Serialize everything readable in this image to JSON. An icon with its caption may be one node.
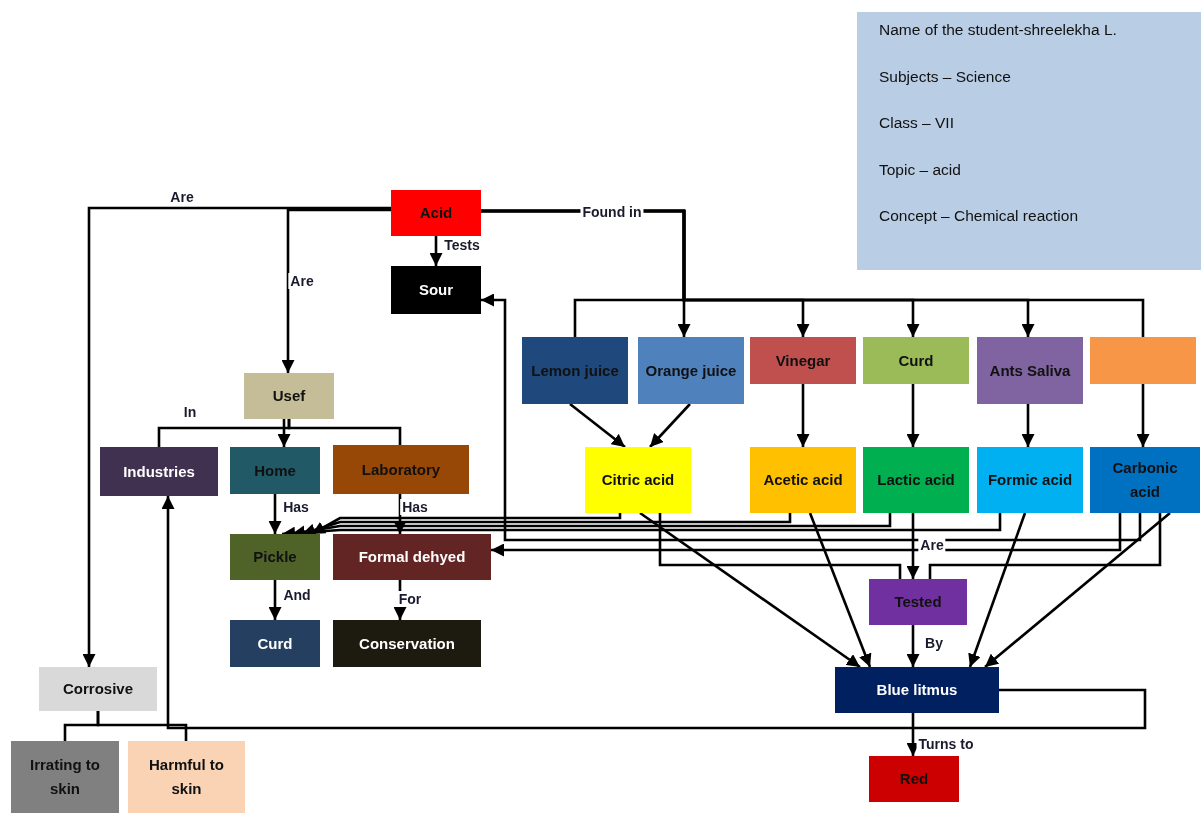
{
  "diagram": {
    "nodes": [
      {
        "text": [
          "Acid"
        ]
      },
      {
        "text": [
          "Sour"
        ]
      },
      {
        "text": [
          "Usef"
        ]
      },
      {
        "text": [
          "Industries"
        ]
      },
      {
        "text": [
          "Home"
        ]
      },
      {
        "text": [
          "Laboratory"
        ]
      },
      {
        "text": [
          "Pickle"
        ]
      },
      {
        "text": [
          "Formal dehyed"
        ]
      },
      {
        "text": [
          "Curd"
        ]
      },
      {
        "text": [
          "Conservation"
        ]
      },
      {
        "text": [
          "Corrosive"
        ]
      },
      {
        "text": [
          "Irrating to skin"
        ]
      },
      {
        "text": [
          "Harmful to skin"
        ]
      },
      {
        "text": [
          "Lemon juice"
        ]
      },
      {
        "text": [
          "Orange juice"
        ]
      },
      {
        "text": [
          "Vinegar"
        ]
      },
      {
        "text": [
          "Curd"
        ]
      },
      {
        "text": [
          "Ants Saliva"
        ]
      },
      {
        "text": [],
        "shape": "box"
      },
      {
        "text": [
          "Citric acid"
        ]
      },
      {
        "text": [
          "Acetic acid"
        ]
      },
      {
        "text": [
          "Lactic acid"
        ]
      },
      {
        "text": [
          "Formic acid"
        ]
      },
      {
        "text": [
          "Carbonic acid"
        ]
      },
      {
        "text": [
          "Tested"
        ]
      },
      {
        "text": [
          "Blue litmus"
        ]
      },
      {
        "text": [
          "Red"
        ]
      },
      {
        "text": [
          "Name of the student-shreelekha L.",
          "Subjects – Science",
          "Class – VII",
          "Topic – acid",
          "Concept – Chemical reaction"
        ]
      }
    ],
    "edges": [
      {
        "from": 0,
        "to": 1,
        "arrow": "to",
        "label": "Tests"
      },
      {
        "from": 0,
        "to": 2,
        "arrow": "to",
        "label": "Are"
      },
      {
        "from": 0,
        "to": 10,
        "arrow": "to",
        "label": "Are"
      },
      {
        "from": 0,
        "to": 13,
        "arrow": "none",
        "label": "Found in"
      },
      {
        "from": 0,
        "to": 14,
        "arrow": "to"
      },
      {
        "from": 0,
        "to": 15,
        "arrow": "to"
      },
      {
        "from": 0,
        "to": 16,
        "arrow": "to"
      },
      {
        "from": 0,
        "to": 17,
        "arrow": "to"
      },
      {
        "from": 0,
        "to": 18,
        "arrow": "none"
      },
      {
        "from": 2,
        "to": 3,
        "arrow": "none",
        "label": "In"
      },
      {
        "from": 2,
        "to": 4,
        "arrow": "to"
      },
      {
        "from": 2,
        "to": 5,
        "arrow": "none"
      },
      {
        "from": 4,
        "to": 6,
        "arrow": "to",
        "label": "Has"
      },
      {
        "from": 5,
        "to": 7,
        "arrow": "to",
        "label": "Has"
      },
      {
        "from": 6,
        "to": 8,
        "arrow": "to",
        "label": "And"
      },
      {
        "from": 7,
        "to": 9,
        "arrow": "to",
        "label": "For"
      },
      {
        "from": 10,
        "to": 11,
        "arrow": "none"
      },
      {
        "from": 10,
        "to": 12,
        "arrow": "none"
      },
      {
        "from": 13,
        "to": 19,
        "arrow": "to"
      },
      {
        "from": 14,
        "to": 19,
        "arrow": "to"
      },
      {
        "from": 15,
        "to": 20,
        "arrow": "to"
      },
      {
        "from": 16,
        "to": 21,
        "arrow": "to"
      },
      {
        "from": 17,
        "to": 22,
        "arrow": "to"
      },
      {
        "from": 18,
        "to": 23,
        "arrow": "to"
      },
      {
        "from": 19,
        "to": 6,
        "arrow": "to"
      },
      {
        "from": 20,
        "to": 6,
        "arrow": "to"
      },
      {
        "from": 21,
        "to": 6,
        "arrow": "to"
      },
      {
        "from": 22,
        "to": 6,
        "arrow": "to"
      },
      {
        "from": 23,
        "to": 7,
        "arrow": "to"
      },
      {
        "from": 23,
        "to": 1,
        "arrow": "to"
      },
      {
        "from": 19,
        "to": 24,
        "arrow": "none"
      },
      {
        "from": 21,
        "to": 24,
        "arrow": "to",
        "label": "Are"
      },
      {
        "from": 23,
        "to": 24,
        "arrow": "none"
      },
      {
        "from": 19,
        "to": 25,
        "arrow": "to"
      },
      {
        "from": 20,
        "to": 25,
        "arrow": "to"
      },
      {
        "from": 22,
        "to": 25,
        "arrow": "to"
      },
      {
        "from": 23,
        "to": 25,
        "arrow": "to"
      },
      {
        "from": 24,
        "to": 25,
        "arrow": "to",
        "label": "By"
      },
      {
        "from": 25,
        "to": 26,
        "arrow": "to",
        "label": "Turns to"
      },
      {
        "from": 25,
        "to": 3,
        "arrow": "to"
      }
    ]
  }
}
